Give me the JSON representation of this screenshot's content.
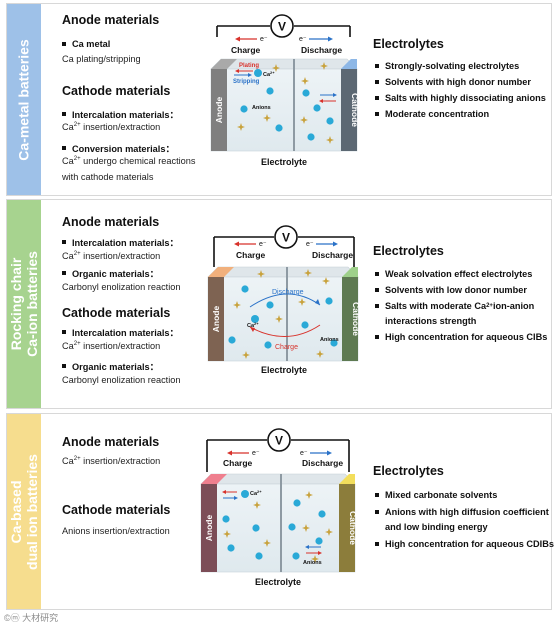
{
  "colors": {
    "panel1_side": "#9ec1e8",
    "panel2_side": "#a7d38f",
    "panel3_side": "#f6dd8e",
    "cell_fill": "#edf3f6",
    "ion_blue": "#2aa9d7",
    "anion_gold": "#c8a23c",
    "arrow_red": "#d8322b",
    "arrow_blue": "#2a72c8"
  },
  "panel1": {
    "side_label": "Ca-metal batteries",
    "anode_heading": "Anode materials",
    "anode_items": [
      {
        "title": "Ca metal",
        "desc": "Ca plating/stripping"
      }
    ],
    "cathode_heading": "Cathode materials",
    "cathode_items": [
      {
        "title": "Intercalation materials：",
        "desc_pre": "Ca",
        "desc_sup": "2+",
        "desc_post": " insertion/extraction"
      },
      {
        "title": "Conversion materials：",
        "desc_pre": "Ca",
        "desc_sup": "2+",
        "desc_post": " undergo chemical reactions",
        "desc_line2": "with cathode materials"
      }
    ],
    "electrolytes_heading": "Electrolytes",
    "electrolytes": [
      "Strongly-solvating electrolytes",
      "Solvents with high donor number",
      "Salts with highly dissociating anions",
      "Moderate concentration"
    ],
    "diagram": {
      "volt": "V",
      "electron": "e⁻",
      "charge": "Charge",
      "discharge": "Discharge",
      "anode": "Anode",
      "cathode": "Cathode",
      "electrolyte": "Electrolyte",
      "plating": "Plating",
      "stripping": "Stripping",
      "ca_ion_pre": "Ca",
      "ca_ion_sup": "2+",
      "anions": "Anions"
    }
  },
  "panel2": {
    "side_label_line1": "Rocking chair",
    "side_label_line2": "Ca-ion batteries",
    "anode_heading": "Anode materials",
    "anode_items": [
      {
        "title": "Intercalation materials：",
        "desc_pre": "Ca",
        "desc_sup": "2+",
        "desc_post": " insertion/extraction"
      },
      {
        "title": "Organic materials：",
        "desc": "Carbonyl enolization reaction"
      }
    ],
    "cathode_heading": "Cathode materials",
    "cathode_items": [
      {
        "title": "Intercalation materials：",
        "desc_pre": "Ca",
        "desc_sup": "2+",
        "desc_post": " insertion/extraction"
      },
      {
        "title": "Organic materials：",
        "desc": "Carbonyl enolization reaction"
      }
    ],
    "electrolytes_heading": "Electrolytes",
    "electrolytes": [
      {
        "text": "Weak solvation effect electrolytes"
      },
      {
        "text": "Solvents with low donor number"
      },
      {
        "pre": "Salts with moderate Ca",
        "sup": "2+",
        "post": " ion-anion",
        "line2": "interactions strength"
      },
      {
        "text": "High concentration for aqueous CIBs"
      }
    ],
    "diagram": {
      "volt": "V",
      "electron": "e⁻",
      "charge": "Charge",
      "discharge": "Discharge",
      "anode": "Anode",
      "cathode": "Cathode",
      "electrolyte": "Electrolyte",
      "discharge_inner": "Discharge",
      "charge_inner": "Charge",
      "ca_ion_pre": "Ca",
      "ca_ion_sup": "2+",
      "anions": "Anions"
    }
  },
  "panel3": {
    "side_label_line1": "Ca-based",
    "side_label_line2": "dual ion batteries",
    "anode_heading": "Anode materials",
    "anode_desc_pre": "Ca",
    "anode_desc_sup": "2+",
    "anode_desc_post": " insertion/extraction",
    "cathode_heading": "Cathode materials",
    "cathode_desc": "Anions insertion/extraction",
    "electrolytes_heading": "Electrolytes",
    "electrolytes": [
      {
        "text": "Mixed carbonate solvents"
      },
      {
        "text": "Anions with high diffusion coefficient",
        "line2": "and low binding energy"
      },
      {
        "text": "High concentration for aqueous CDIBs"
      }
    ],
    "diagram": {
      "volt": "V",
      "electron": "e⁻",
      "charge": "Charge",
      "discharge": "Discharge",
      "anode": "Anode",
      "cathode": "Cathode",
      "electrolyte": "Electrolyte",
      "ca_ion_pre": "Ca",
      "ca_ion_sup": "2+",
      "anions": "Anions"
    }
  },
  "watermark": "©ⓜ 大材研究"
}
